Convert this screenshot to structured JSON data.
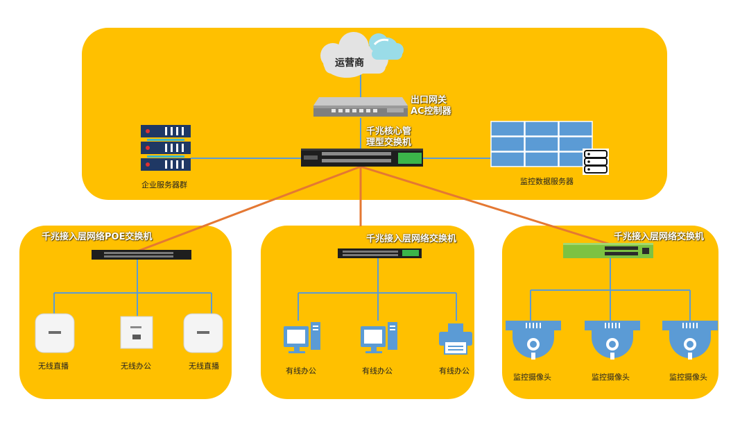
{
  "top": {
    "cloud_label": "运营商",
    "gateway_label_1": "出口网关",
    "gateway_label_2": "AC控制器",
    "core_label_1": "千兆核心管",
    "core_label_2": "理型交换机",
    "servers_label": "企业服务器群",
    "monitor_label": "监控数据服务器"
  },
  "left": {
    "title": "千兆接入层网络POE交换机",
    "devices": [
      "无线直播",
      "无线办公",
      "无线直播"
    ]
  },
  "middle": {
    "title": "千兆接入层网络交换机",
    "devices": [
      "有线办公",
      "有线办公",
      "有线办公"
    ]
  },
  "right": {
    "title": "千兆接入层网络交换机",
    "devices": [
      "监控摄像头",
      "监控摄像头",
      "监控摄像头"
    ]
  },
  "colors": {
    "panel": "#FFC000",
    "line": "#5B9BD5",
    "uplink": "#E47833",
    "screen": "#5B9BD5",
    "server": "#1F3864"
  }
}
